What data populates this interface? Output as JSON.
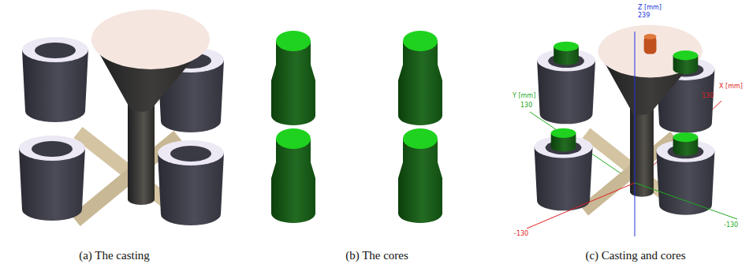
{
  "diagram": {
    "labels": [
      "(a) The casting",
      "(b) The cores",
      "(c) Casting and cores",
      "Z [mm]",
      "239",
      "X [mm]",
      "130",
      "Y [mm]",
      "130",
      "-130",
      "-130"
    ]
  }
}
